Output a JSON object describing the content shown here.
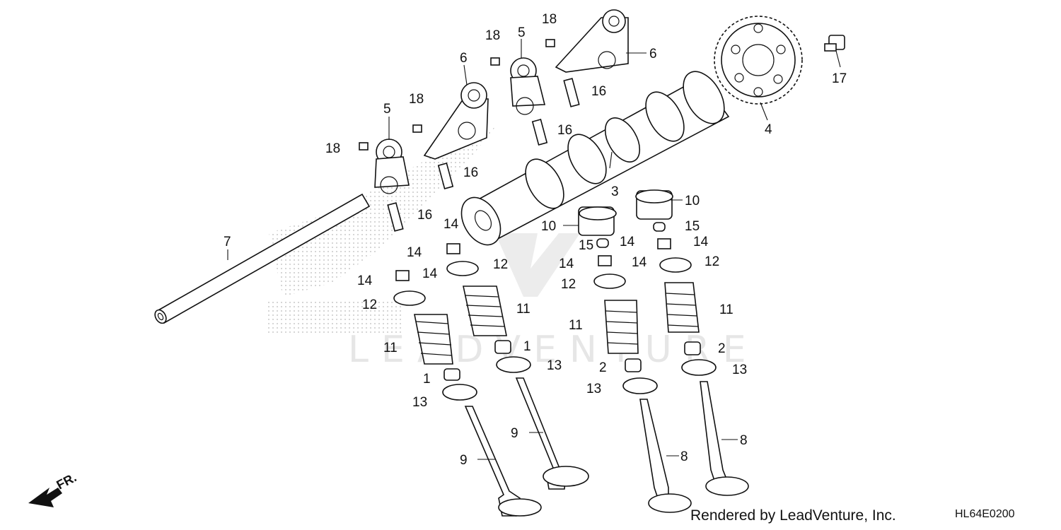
{
  "watermark": {
    "text": "LEADVENTURE"
  },
  "footer": {
    "credit": "Rendered by LeadVenture, Inc.",
    "diagram_code": "HL64E0200"
  },
  "direction_label": "FR.",
  "callouts": [
    {
      "id": "c1a",
      "label": "1"
    },
    {
      "id": "c1b",
      "label": "1"
    },
    {
      "id": "c2a",
      "label": "2"
    },
    {
      "id": "c2b",
      "label": "2"
    },
    {
      "id": "c3",
      "label": "3"
    },
    {
      "id": "c4",
      "label": "4"
    },
    {
      "id": "c5a",
      "label": "5"
    },
    {
      "id": "c5b",
      "label": "5"
    },
    {
      "id": "c6a",
      "label": "6"
    },
    {
      "id": "c6b",
      "label": "6"
    },
    {
      "id": "c7",
      "label": "7"
    },
    {
      "id": "c8a",
      "label": "8"
    },
    {
      "id": "c8b",
      "label": "8"
    },
    {
      "id": "c9a",
      "label": "9"
    },
    {
      "id": "c9b",
      "label": "9"
    },
    {
      "id": "c10a",
      "label": "10"
    },
    {
      "id": "c10b",
      "label": "10"
    },
    {
      "id": "c11a",
      "label": "11"
    },
    {
      "id": "c11b",
      "label": "11"
    },
    {
      "id": "c11c",
      "label": "11"
    },
    {
      "id": "c11d",
      "label": "11"
    },
    {
      "id": "c12a",
      "label": "12"
    },
    {
      "id": "c12b",
      "label": "12"
    },
    {
      "id": "c12c",
      "label": "12"
    },
    {
      "id": "c12d",
      "label": "12"
    },
    {
      "id": "c13a",
      "label": "13"
    },
    {
      "id": "c13b",
      "label": "13"
    },
    {
      "id": "c13c",
      "label": "13"
    },
    {
      "id": "c13d",
      "label": "13"
    },
    {
      "id": "c14a",
      "label": "14"
    },
    {
      "id": "c14b",
      "label": "14"
    },
    {
      "id": "c14c",
      "label": "14"
    },
    {
      "id": "c14d",
      "label": "14"
    },
    {
      "id": "c14e",
      "label": "14"
    },
    {
      "id": "c14f",
      "label": "14"
    },
    {
      "id": "c14g",
      "label": "14"
    },
    {
      "id": "c14h",
      "label": "14"
    },
    {
      "id": "c15a",
      "label": "15"
    },
    {
      "id": "c15b",
      "label": "15"
    },
    {
      "id": "c16a",
      "label": "16"
    },
    {
      "id": "c16b",
      "label": "16"
    },
    {
      "id": "c16c",
      "label": "16"
    },
    {
      "id": "c16d",
      "label": "16"
    },
    {
      "id": "c17",
      "label": "17"
    },
    {
      "id": "c18a",
      "label": "18"
    },
    {
      "id": "c18b",
      "label": "18"
    },
    {
      "id": "c18c",
      "label": "18"
    },
    {
      "id": "c18d",
      "label": "18"
    }
  ]
}
